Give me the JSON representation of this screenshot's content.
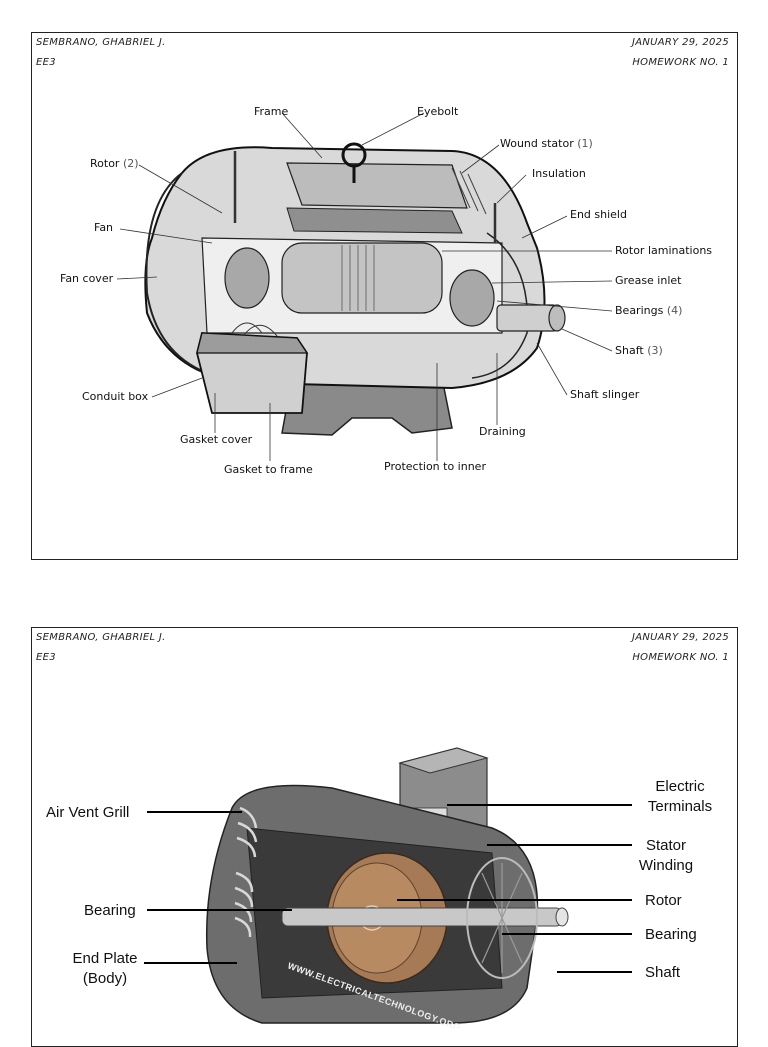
{
  "page1": {
    "header": {
      "name": "SEMBRANO, GHABRIEL J.",
      "class": "EE3",
      "date": "JANUARY 29, 2025",
      "homework": "HOMEWORK NO. 1"
    },
    "labels": {
      "frame": "Frame",
      "eyebolt": "Eyebolt",
      "wound_stator": "Wound stator",
      "wound_stator_num": "(1)",
      "insulation": "Insulation",
      "rotor": "Rotor",
      "rotor_num": "(2)",
      "end_shield": "End shield",
      "fan": "Fan",
      "rotor_laminations": "Rotor laminations",
      "fan_cover": "Fan cover",
      "grease_inlet": "Grease inlet",
      "bearings": "Bearings",
      "bearings_num": "(4)",
      "shaft": "Shaft",
      "shaft_num": "(3)",
      "conduit_box": "Conduit box",
      "shaft_slinger": "Shaft slinger",
      "draining": "Draining",
      "gasket_cover": "Gasket cover",
      "gasket_to_frame": "Gasket to frame",
      "protection_to_inner": "Protection to inner"
    }
  },
  "page2": {
    "header": {
      "name": "SEMBRANO, GHABRIEL J.",
      "class": "EE3",
      "date": "JANUARY 29, 2025",
      "homework": "HOMEWORK NO. 1"
    },
    "labels": {
      "air_vent_grill": "Air Vent Grill",
      "electric_terminals_1": "Electric",
      "electric_terminals_2": "Terminals",
      "stator_winding_1": "Stator",
      "stator_winding_2": "Winding",
      "bearing_left": "Bearing",
      "rotor": "Rotor",
      "bearing_right": "Bearing",
      "end_plate_1": "End Plate",
      "end_plate_2": "(Body)",
      "shaft": "Shaft",
      "watermark": "WWW.ELECTRICALTECHNOLOGY.ORG"
    }
  }
}
